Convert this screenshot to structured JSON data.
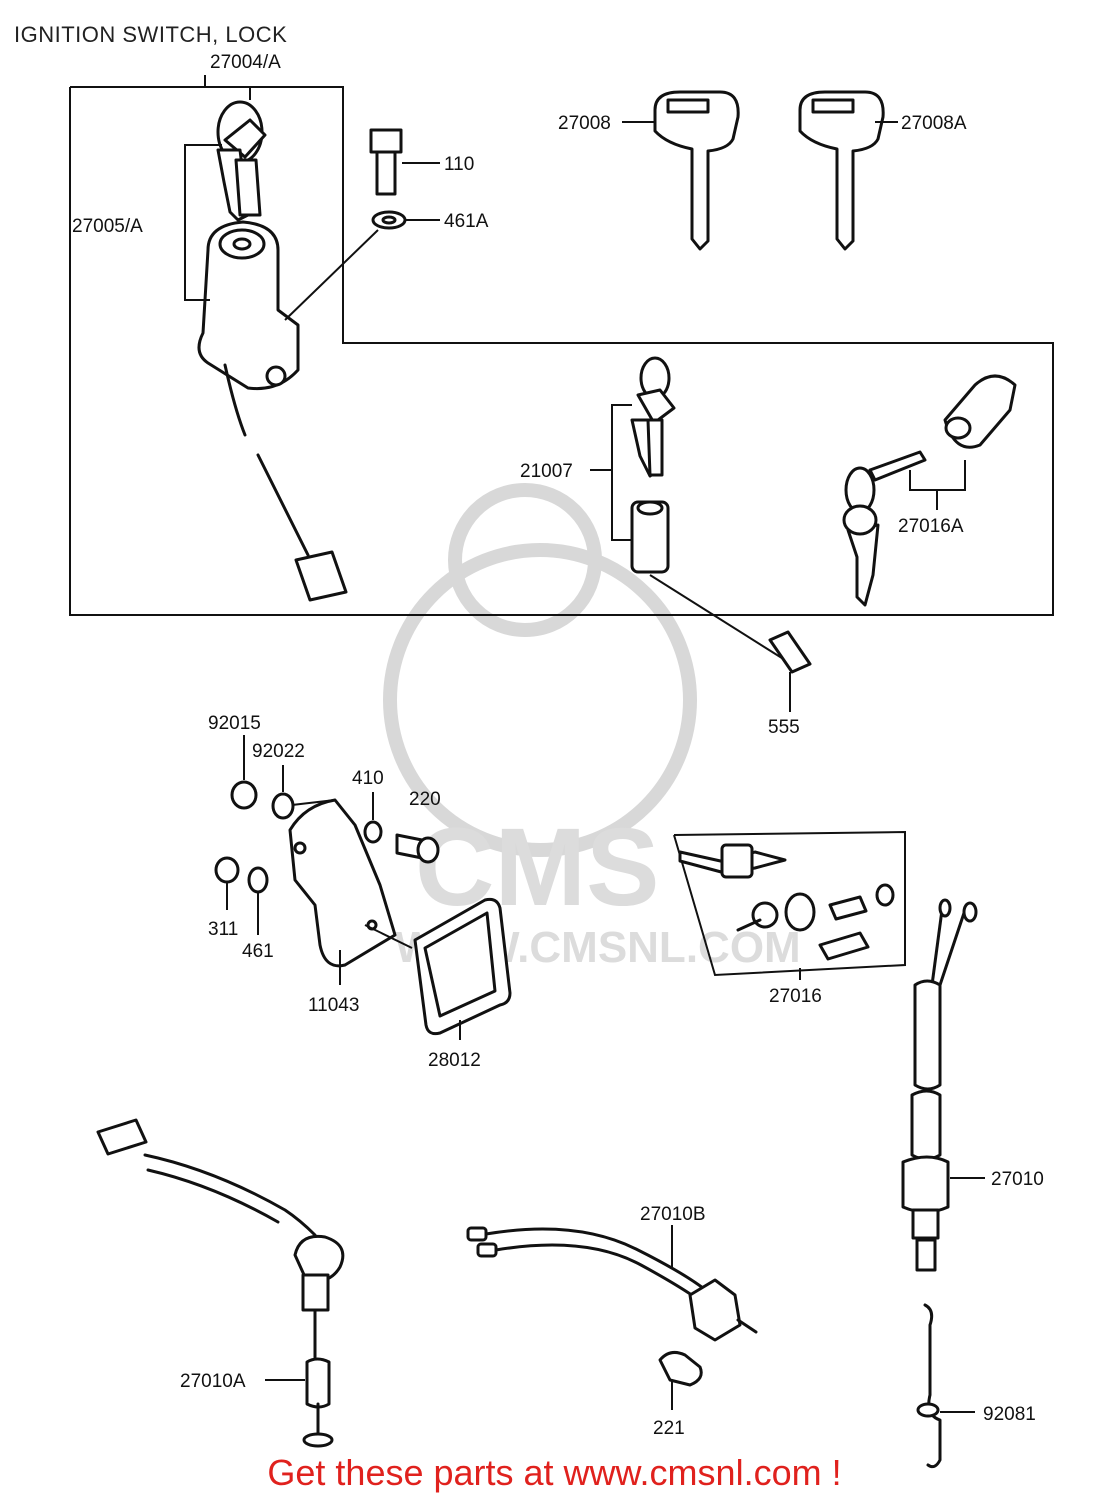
{
  "title": "IGNITION SWITCH, LOCK",
  "footer": "Get these parts at www.cmsnl.com !",
  "watermark": {
    "brand": "CMS",
    "url": "WWW.CMSNL.COM"
  },
  "colors": {
    "footer": "#e0211d",
    "line": "#111111",
    "watermark": "#dcdcdc"
  },
  "parts": {
    "p27004A": "27004/A",
    "p27005A": "27005/A",
    "p110": "110",
    "p461A": "461A",
    "p27008": "27008",
    "p27008A": "27008A",
    "p21007": "21007",
    "p27016A": "27016A",
    "p555": "555",
    "p92015": "92015",
    "p92022": "92022",
    "p410": "410",
    "p220": "220",
    "p311": "311",
    "p461": "461",
    "p11043": "11043",
    "p28012": "28012",
    "p27016": "27016",
    "p27010": "27010",
    "p27010B": "27010B",
    "p27010A": "27010A",
    "p221": "221",
    "p92081": "92081"
  }
}
